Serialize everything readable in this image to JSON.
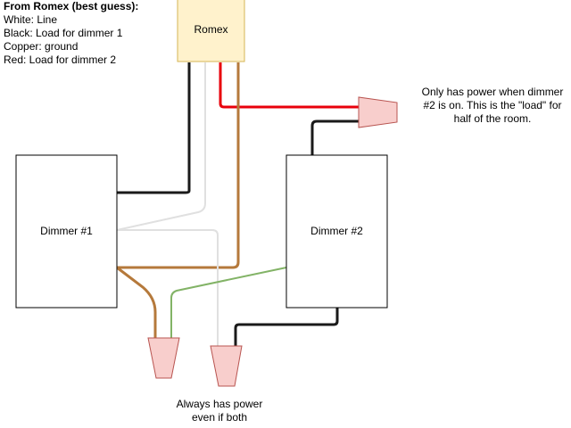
{
  "legend": {
    "title": "From Romex (best guess):",
    "lines": [
      "White: Line",
      "Black: Load for dimmer 1",
      "Copper: ground",
      "Red: Load for dimmer 2"
    ]
  },
  "boxes": {
    "romex": "Romex",
    "dimmer1": "Dimmer #1",
    "dimmer2": "Dimmer #2"
  },
  "notes": {
    "top_right": "Only has power when dimmer #2 is on. This is the \"load\" for half of the room.",
    "bottom": "Always has power even if both"
  },
  "colors": {
    "romex_fill": "#fff2cc",
    "romex_stroke": "#d6b656",
    "wirenut_fill": "#f8cecc",
    "wirenut_stroke": "#b85450",
    "wire_black": "#1a1a1a",
    "wire_white": "#e0e0e0",
    "wire_copper": "#b5793b",
    "wire_red": "#e8000b",
    "wire_green": "#82b366"
  }
}
